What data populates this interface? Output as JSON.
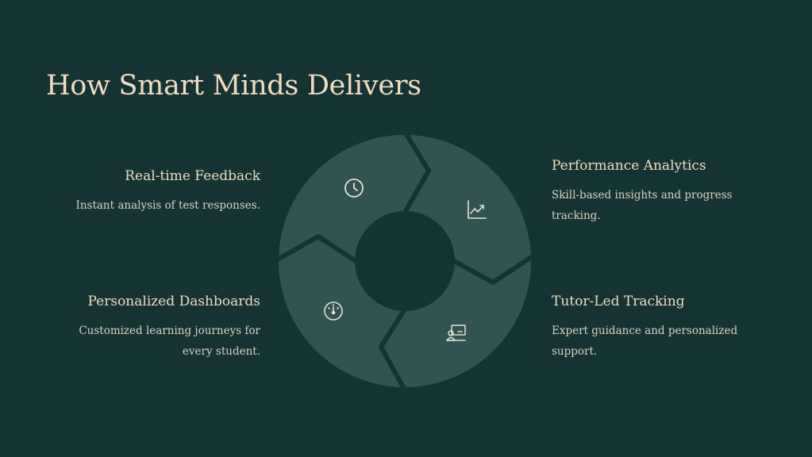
{
  "title": "How Smart Minds Delivers",
  "colors": {
    "background": "#143332",
    "segment": "#315351",
    "title": "#efdcc4",
    "body_text": "#d9d3c7",
    "icon": "#e6e2d8"
  },
  "items": [
    {
      "heading": "Real-time Feedback",
      "description": "Instant analysis of test responses.",
      "icon": "clock-icon"
    },
    {
      "heading": "Performance Analytics",
      "description": "Skill-based insights and progress tracking.",
      "icon": "trending-up-chart-icon"
    },
    {
      "heading": "Personalized Dashboards",
      "description": "Customized learning journeys for every student.",
      "icon": "gauge-icon"
    },
    {
      "heading": "Tutor-Led Tracking",
      "description": "Expert guidance and personalized support.",
      "icon": "tutor-board-icon"
    }
  ]
}
